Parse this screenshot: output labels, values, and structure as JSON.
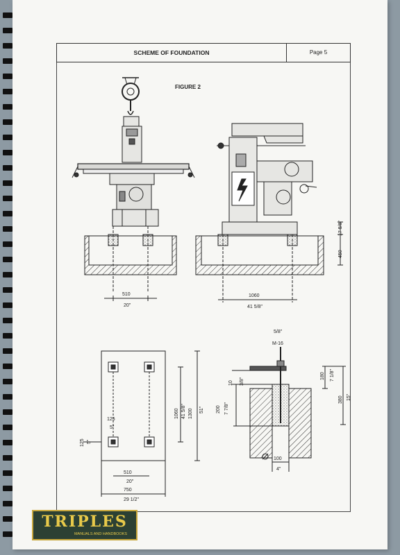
{
  "header": {
    "title": "SCHEME OF FOUNDATION",
    "page_label": "Page 5"
  },
  "figure": {
    "title": "FIGURE 2"
  },
  "dimensions": {
    "front_width_mm": "510",
    "front_width_in": "20\"",
    "side_width_mm": "1060",
    "side_width_in": "41 5/8\"",
    "height_17": "17 5/8\"",
    "height_450": "450",
    "plan_1060": "1060",
    "plan_415": "41 5/8\"",
    "plan_1300": "1300",
    "plan_51": "51\"",
    "plan_125a": "125",
    "plan_5a": "5\"",
    "plan_125b": "125",
    "plan_5b": "5\"",
    "plan_510": "510",
    "plan_20": "20\"",
    "plan_750": "750",
    "plan_29": "29 1/2\"",
    "bolt_58": "5/8\"",
    "bolt_m16": "M-16",
    "bolt_10": "10",
    "bolt_38": "3/8\"",
    "bolt_180": "180",
    "bolt_718a": "7 1/8\"",
    "bolt_200": "200",
    "bolt_778": "7 7/8\"",
    "bolt_380": "380",
    "bolt_15": "15\"",
    "bolt_100": "100",
    "bolt_4": "4\""
  },
  "logo": {
    "name": "TRIPLES",
    "tagline": "MANUALS AND HANDBOOKS"
  }
}
